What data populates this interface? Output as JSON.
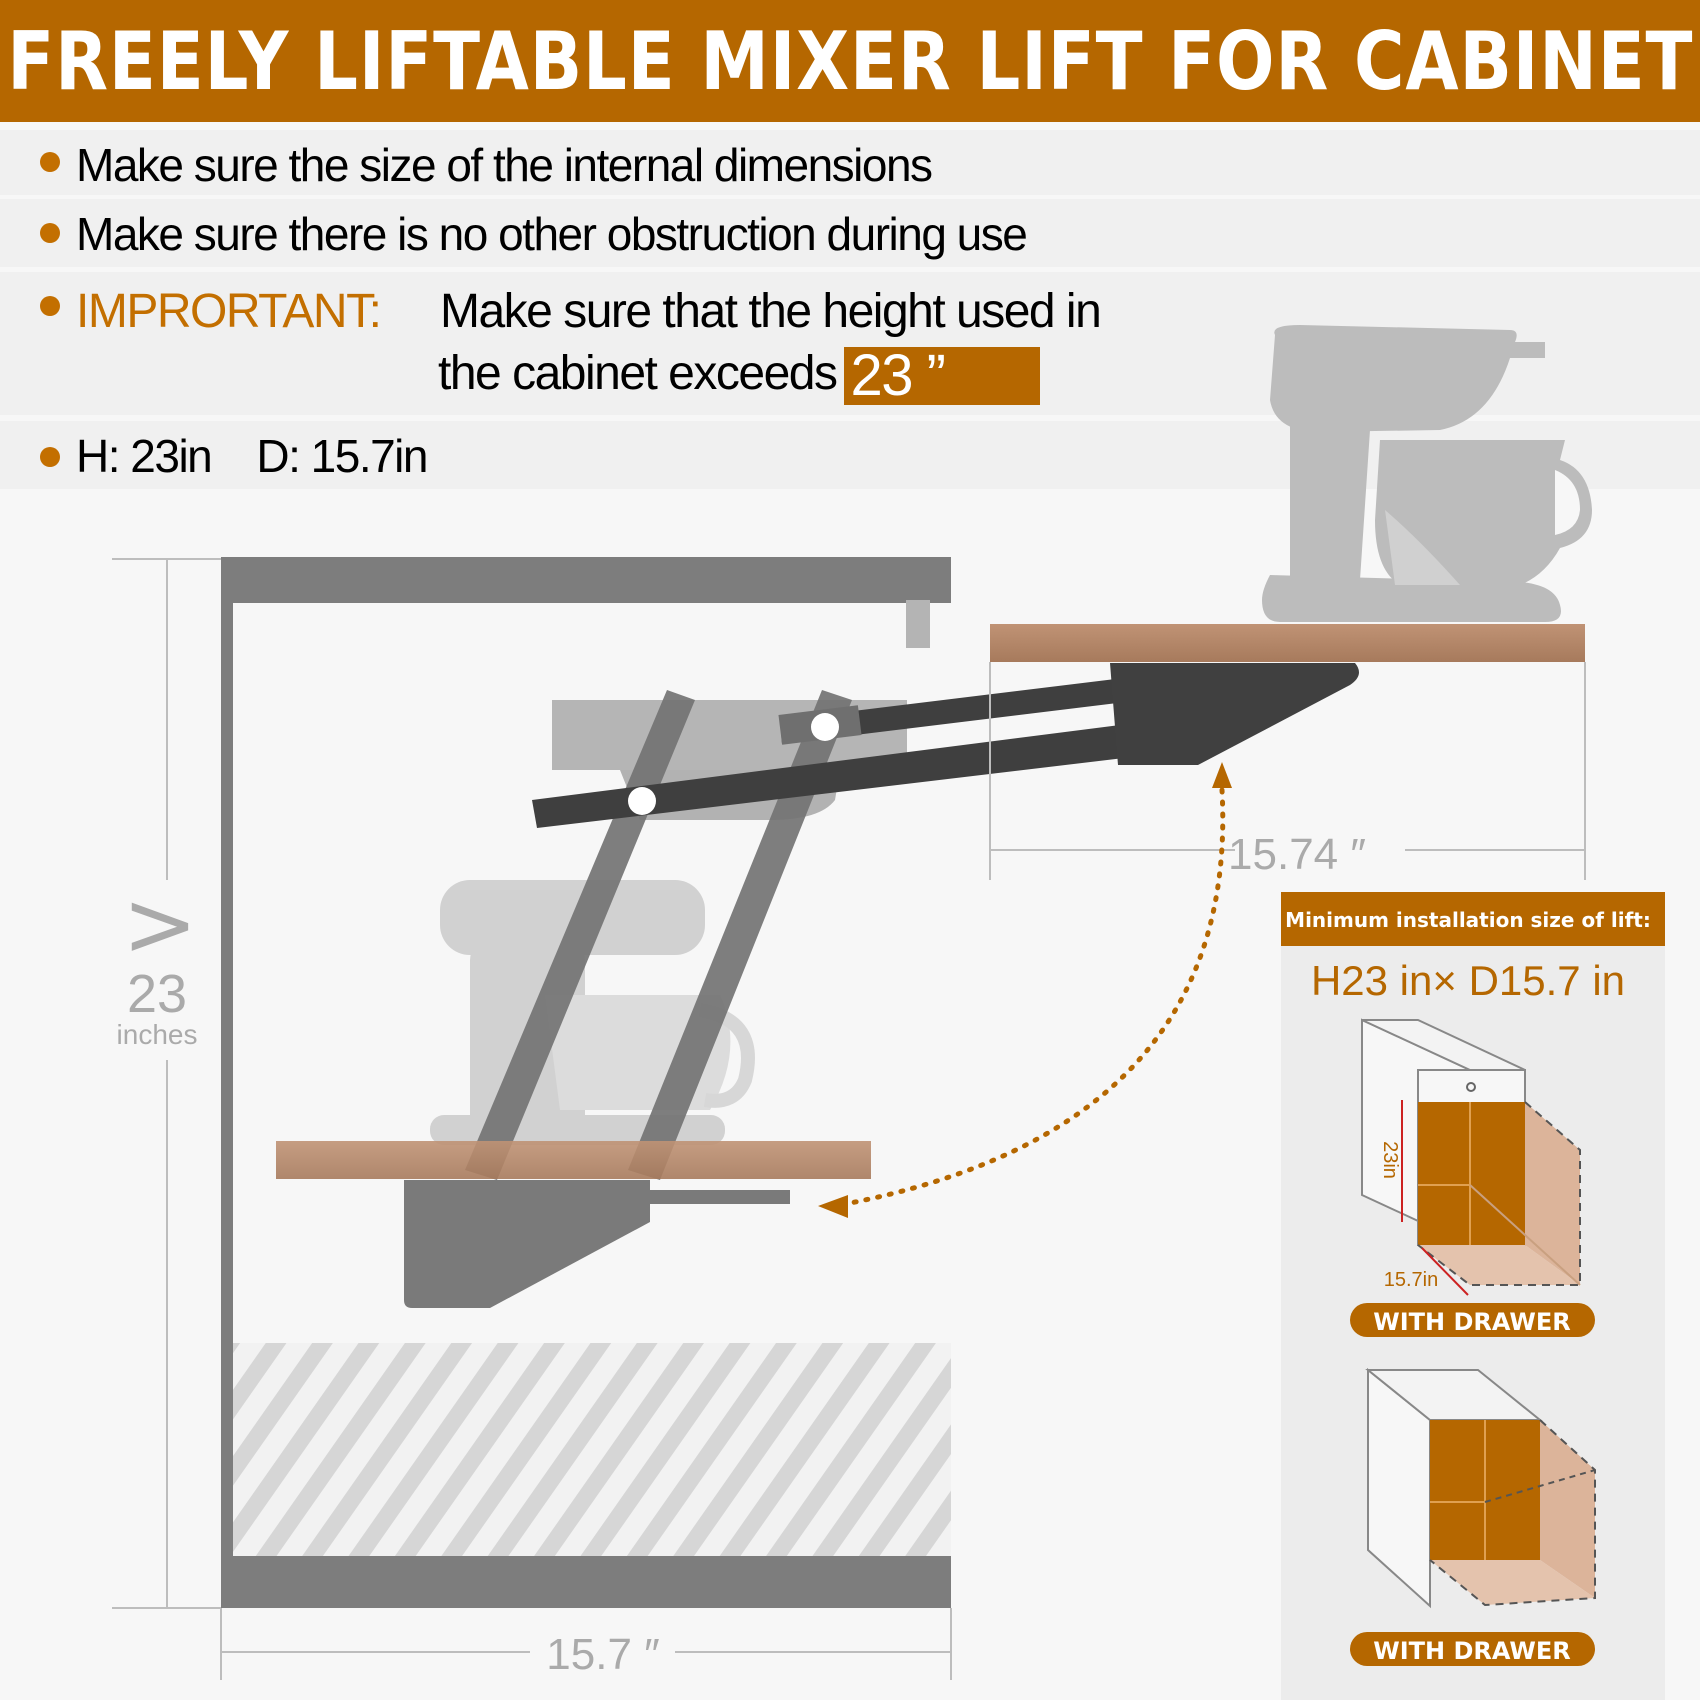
{
  "title": "FREELY LIFTABLE MIXER LIFT FOR CABINET",
  "bullets": {
    "b1": "Make sure the size of the internal dimensions",
    "b2": "Make sure there is no other obstruction during use",
    "important_label": "IMPRORTANT:",
    "important_line1": "Make sure that the height used in",
    "important_line2": "the cabinet exceeds",
    "important_value": "23 ”",
    "dims": "H: 23in    D: 15.7in"
  },
  "diagram": {
    "height_symbol": ">",
    "height_value": "23",
    "height_unit": "inches",
    "depth_inner": "15.7 ″",
    "depth_extended": "15.74 ″"
  },
  "panel": {
    "header": "Minimum installation size of lift:",
    "size": "H23 in× D15.7 in",
    "box1_height": "23in",
    "box1_depth": "15.7in",
    "label1": "WITH DRAWER",
    "label2": "WITH DRAWER"
  },
  "colors": {
    "brand": "#b56700",
    "frame": "#7d7d7d",
    "wood": "#b7876a"
  }
}
